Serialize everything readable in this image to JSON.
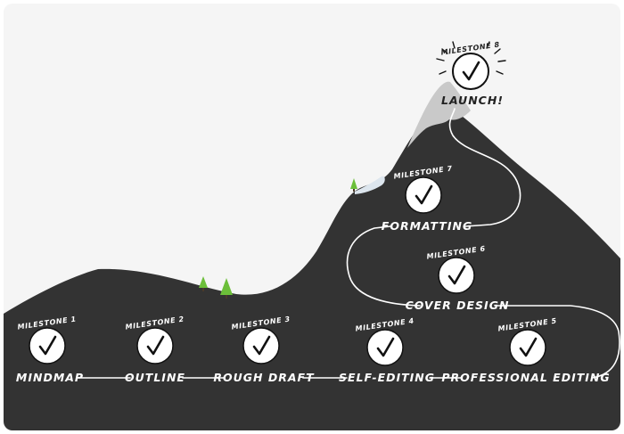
{
  "colors": {
    "sky": "#f5f5f5",
    "mountain": "#333333",
    "snow": "#c9c9c9",
    "path": "#ffffff",
    "tree": "#6cbf3a",
    "badge": "#ffffff",
    "check": "#111111"
  },
  "milestones": [
    {
      "label": "MILESTONE 1",
      "step": "MINDMAP",
      "icon": "checkmark-icon"
    },
    {
      "label": "MILESTONE 2",
      "step": "OUTLINE",
      "icon": "checkmark-icon"
    },
    {
      "label": "MILESTONE 3",
      "step": "ROUGH DRAFT",
      "icon": "checkmark-icon"
    },
    {
      "label": "MILESTONE 4",
      "step": "SELF-EDITING",
      "icon": "checkmark-icon"
    },
    {
      "label": "MILESTONE 5",
      "step": "PROFESSIONAL EDITING",
      "icon": "checkmark-icon"
    },
    {
      "label": "MILESTONE 6",
      "step": "COVER DESIGN",
      "icon": "checkmark-icon"
    },
    {
      "label": "MILESTONE 7",
      "step": "FORMATTING",
      "icon": "checkmark-icon"
    },
    {
      "label": "MILESTONE 8",
      "step": "LAUNCH!",
      "icon": "checkmark-icon"
    }
  ]
}
